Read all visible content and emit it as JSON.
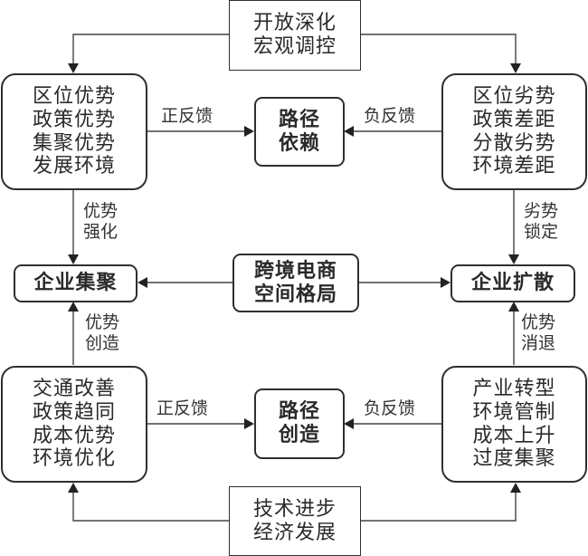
{
  "top_driver": {
    "lines": [
      "开放深化",
      "宏观调控"
    ]
  },
  "bottom_driver": {
    "lines": [
      "技术进步",
      "经济发展"
    ]
  },
  "top_left_factors": {
    "lines": [
      "区位优势",
      "政策优势",
      "集聚优势",
      "发展环境"
    ]
  },
  "top_right_factors": {
    "lines": [
      "区位劣势",
      "政策差距",
      "分散劣势",
      "环境差距"
    ]
  },
  "bottom_left_factors": {
    "lines": [
      "交通改善",
      "政策趋同",
      "成本优势",
      "环境优化"
    ]
  },
  "bottom_right_factors": {
    "lines": [
      "产业转型",
      "环境管制",
      "成本上升",
      "过度集聚"
    ]
  },
  "path_dependence": {
    "lines": [
      "路径",
      "依赖"
    ]
  },
  "path_creation": {
    "lines": [
      "路径",
      "创造"
    ]
  },
  "center": {
    "lines": [
      "跨境电商",
      "空间格局"
    ]
  },
  "enterprise_agglomeration": {
    "label": "企业集聚"
  },
  "enterprise_diffusion": {
    "label": "企业扩散"
  },
  "edge_labels": {
    "top_positive_feedback": "正反馈",
    "top_negative_feedback": "负反馈",
    "bottom_positive_feedback": "正反馈",
    "bottom_negative_feedback": "负反馈",
    "advantage_strengthen": [
      "优势",
      "强化"
    ],
    "disadvantage_lock": [
      "劣势",
      "锁定"
    ],
    "advantage_create": [
      "优势",
      "创造"
    ],
    "advantage_fade": [
      "优势",
      "消退"
    ]
  }
}
